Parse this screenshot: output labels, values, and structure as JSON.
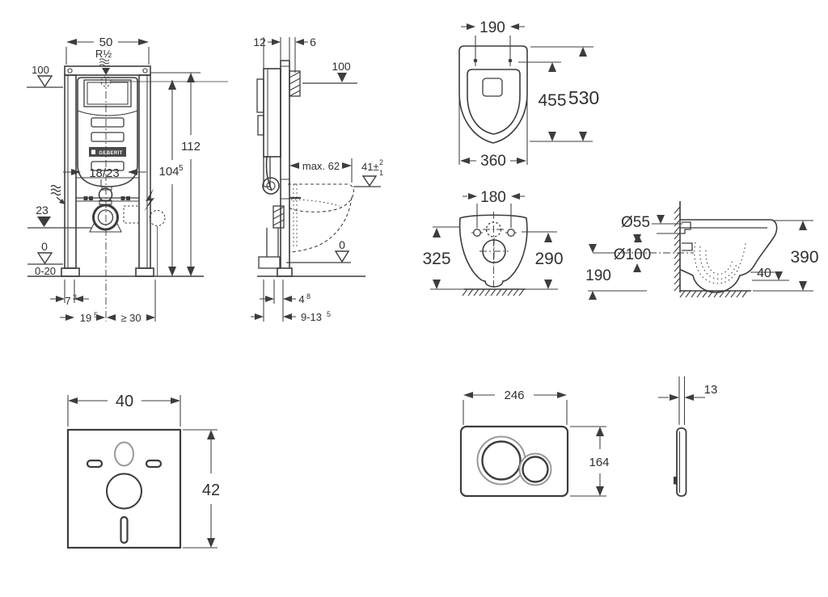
{
  "colors": {
    "background": "#ffffff",
    "line": "#3d3d3d",
    "text": "#303030",
    "logo_bg": "#4a4a4a",
    "logo_text": "#ffffff"
  },
  "frame_front": {
    "width_50": "50",
    "inlet_thread": "R½",
    "level_inlet_100": "100",
    "height_112": "112",
    "height_104": "104",
    "height_104_sup": "5",
    "bolt_spread": "18/23",
    "level_drain_23": "23",
    "level_floor_0": "0",
    "floor_range": "0-20",
    "offset_7": "7",
    "offset_7_sup": "3",
    "offset_19": "19",
    "offset_19_sup": "5",
    "min_clearance": "≥ 30",
    "logo": "GEBERIT"
  },
  "frame_side": {
    "depth_12": "12",
    "gap_6": "6",
    "level_inlet_100": "100",
    "max_depth": "max. 62",
    "rim_level": "41±",
    "rim_level_sup": "2",
    "rim_level_sub": "1",
    "level_floor_0": "0",
    "offset_4": "4",
    "offset_4_sup": "8",
    "range_9_13": "9-13",
    "range_9_13_sup": "5"
  },
  "pan_top": {
    "hole_spread_190": "190",
    "depth_455": "455",
    "depth_530": "530",
    "width_360": "360"
  },
  "pan_back": {
    "hole_spread_180": "180",
    "height_325": "325",
    "height_290": "290"
  },
  "pan_side": {
    "supply_dia": "Ø55",
    "drain_dia": "Ø100",
    "drain_height_190": "190",
    "rim_40": "40",
    "height_390": "390"
  },
  "sound_mat": {
    "width_40": "40",
    "height_42": "42"
  },
  "plate_front": {
    "width_246": "246",
    "height_164": "164"
  },
  "plate_side": {
    "thickness_13": "13"
  }
}
